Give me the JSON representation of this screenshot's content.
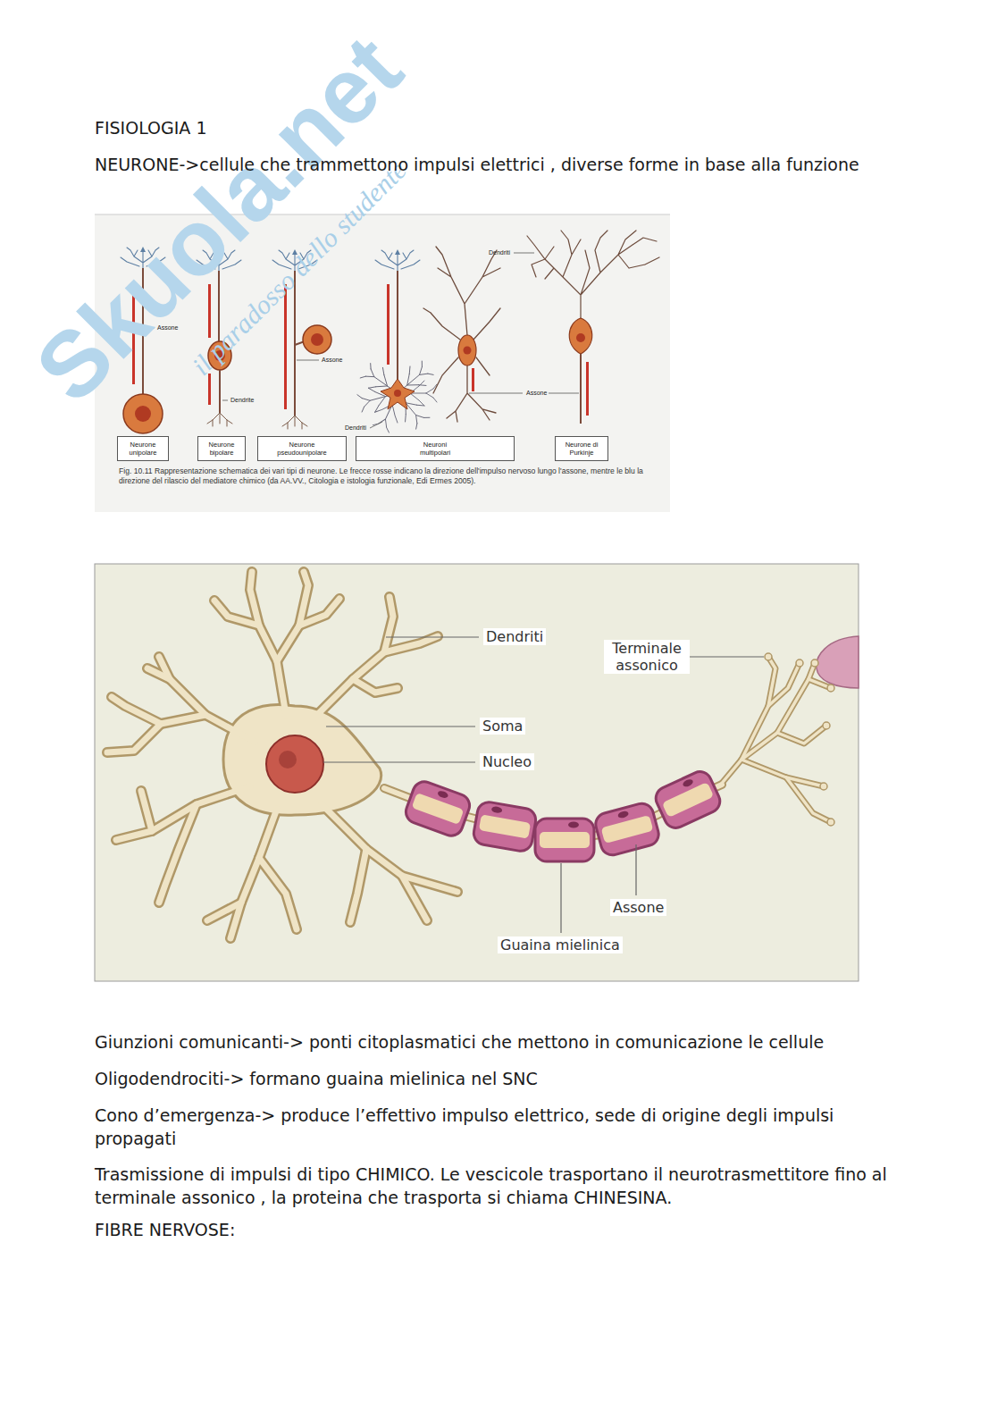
{
  "diagram": {
    "title": "FISIOLOGIA 1",
    "nodes": [
      {
        "text": [
          "Neurone unipolare"
        ]
      },
      {
        "text": [
          "Neurone bipolare"
        ]
      },
      {
        "text": [
          "Neurone pseudounipolare"
        ]
      },
      {
        "text": [
          "Neuroni multipolari"
        ]
      },
      {
        "text": [
          "Neurone di Purkinje"
        ]
      }
    ],
    "labels": [
      "NEURONE->cellule che trammettono impulsi elettrici , diverse forme in base alla funzione",
      "Assone",
      "Assone",
      "Dendrite",
      "Dendriti",
      "Dendriti",
      "Assone",
      "Fig. 10.11 Rappresentazione schematica dei vari tipi di neurone. Le frecce rosse indicano la direzione dell'impulso nervoso lungo l'assone, mentre le blu la direzione del rilascio del mediatore chimico (da AA.VV., Citologia e istologia funzionale, Edi Ermes 2005).",
      "Dendriti",
      "Terminale assonico",
      "Soma",
      "Nucleo",
      "Assone",
      "Guaina mielinica",
      "Giunzioni comunicanti-> ponti citoplasmatici che mettono in comunicazione le cellule",
      "Oligodendrociti-> formano guaina mielinica nel SNC",
      "Cono d’emergenza-> produce l’effettivo impulso elettrico, sede di origine degli impulsi propagati",
      "Trasmissione di impulsi di tipo CHIMICO. Le vescicole trasportano il neurotrasmettitore fino al terminale assonico , la proteina che trasporta si chiama CHINESINA.",
      "FIBRE NERVOSE:",
      "Skuola.net",
      "il paradosso dello studente"
    ]
  }
}
